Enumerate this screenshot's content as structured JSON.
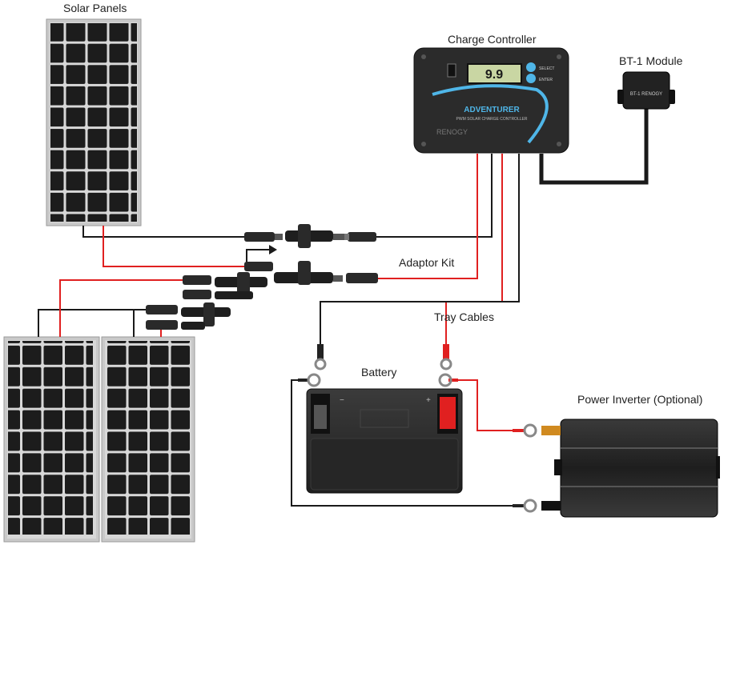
{
  "labels": {
    "solar_panels": "Solar Panels",
    "charge_controller": "Charge Controller",
    "bt_module": "BT-1 Module",
    "adaptor_kit": "Adaptor Kit",
    "tray_cables": "Tray Cables",
    "battery": "Battery",
    "power_inverter": "Power Inverter (Optional)"
  },
  "controller": {
    "brand": "ADVENTURER",
    "subtitle": "PWM SOLAR CHARGE CONTROLLER",
    "display": "9.9",
    "btn_select": "SELECT",
    "btn_enter": "ENTER",
    "maker": "RENOGY"
  },
  "bt_module": {
    "label": "BT-1 RENOGY"
  },
  "colors": {
    "positive_wire": "#e02020",
    "negative_wire": "#1a1a1a",
    "panel_frame": "#bfbfbf",
    "panel_cell": "#1c1c1c",
    "battery_body": "#2e2e2e",
    "controller_body": "#2b2b2b",
    "accent_blue": "#4fb6e8",
    "inverter_body": "#2a2a2a"
  },
  "icons": {
    "battery_positive": "plus-sign",
    "battery_negative": "minus-sign",
    "connector": "mc4-connector",
    "ring_terminal": "ring-terminal"
  }
}
